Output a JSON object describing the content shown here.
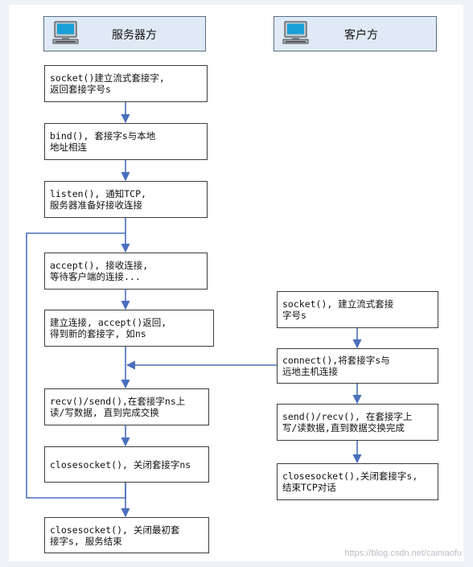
{
  "headers": {
    "server": "服务器方",
    "client": "客户方",
    "computer_icon": "computer-icon"
  },
  "server_steps": [
    "socket()建立流式套接字,\n返回套接字号s",
    "bind(), 套接字s与本地\n地址相连",
    "listen(), 通知TCP,\n服务器准备好接收连接",
    "accept(), 接收连接,\n等待客户端的连接...",
    "建立连接, accept()返回,\n得到新的套接字, 如ns",
    "recv()/send(),在套接字ns上\n读/写数据, 直到完成交换",
    "closesocket(), 关闭套接字ns",
    "closesocket(), 关闭最初套\n接字s, 服务结束"
  ],
  "client_steps": [
    "socket(), 建立流式套接\n字号s",
    "connect(),将套接字s与\n远地主机连接",
    "send()/recv(), 在套接字上\n写/读数据,直到数据交换完成",
    "closesocket(),关闭套接字s,\n结束TCP对话"
  ],
  "watermark": "https://blog.csdn.net/cainiaofu",
  "colors": {
    "arrow": "#4a6fbd",
    "header_bg": "#dfeaf6",
    "box_border": "#3d3d3d"
  }
}
